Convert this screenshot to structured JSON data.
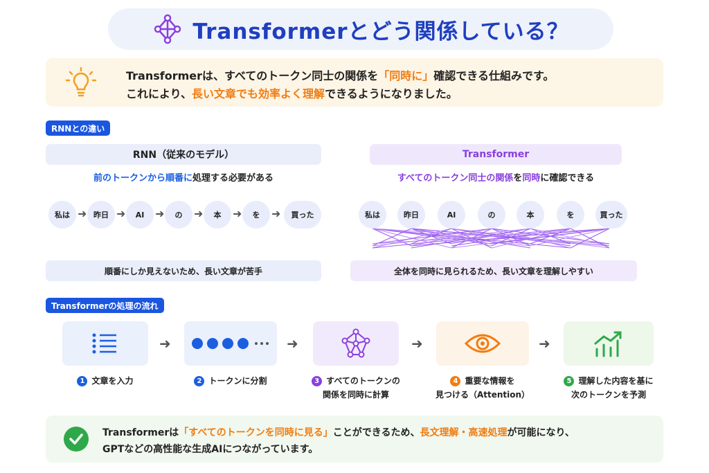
{
  "title": "Transformerとどう関係している？",
  "intro": {
    "line1_a": "Transformerは、すべてのトークン同士の関係を",
    "line1_hl": "「同時に」",
    "line1_b": "確認できる仕組みです。",
    "line2_a": "これにより、",
    "line2_hl": "長い文章でも効率よく理解",
    "line2_b": "できるようになりました。"
  },
  "section1_badge": "RNNとの違い",
  "rnn": {
    "header": "RNN（従来のモデル）",
    "sub_hl1": "前のトークンから",
    "sub_hl2": "順番に",
    "sub_rest": "処理する必要がある",
    "tokens": [
      "私は",
      "昨日",
      "AI",
      "の",
      "本",
      "を",
      "買った"
    ],
    "footer": "順番にしか見えないため、長い文章が苦手"
  },
  "transformer": {
    "header": "Transformer",
    "sub_hl1": "すべてのトークン同士の関係",
    "sub_mid": "を",
    "sub_hl2": "同時",
    "sub_rest": "に確認できる",
    "tokens": [
      "私は",
      "昨日",
      "AI",
      "の",
      "本",
      "を",
      "買った"
    ],
    "footer": "全体を同時に見られるため、長い文章を理解しやすい"
  },
  "section2_badge": "Transformerの処理の流れ",
  "steps": [
    {
      "num": "1",
      "label1": "文章を入力",
      "label2": "",
      "icon": "list-icon",
      "color": "#1b5fe0",
      "bg": "#eaf0fc"
    },
    {
      "num": "2",
      "label1": "トークンに分割",
      "label2": "",
      "icon": "dots-icon",
      "color": "#1b5fe0",
      "bg": "#eaf0fc"
    },
    {
      "num": "3",
      "label1": "すべてのトークンの",
      "label2": "関係を同時に計算",
      "icon": "network-icon",
      "color": "#8a3fe0",
      "bg": "#f1eafc"
    },
    {
      "num": "4",
      "label1": "重要な情報を",
      "label2": "見つける（Attention）",
      "icon": "eye-icon",
      "color": "#f07d12",
      "bg": "#fdf3e6"
    },
    {
      "num": "5",
      "label1": "理解した内容を基に",
      "label2": "次のトークンを予測",
      "icon": "growth-chart-icon",
      "color": "#2fa84a",
      "bg": "#edf7ea"
    }
  ],
  "summary": {
    "line1_a": "Transformerは",
    "line1_hl1": "「すべてのトークンを同時に見る」",
    "line1_b": "ことができるため、",
    "line1_hl2": "長文理解・高速処理",
    "line1_c": "が可能になり、",
    "line2": "GPTなどの高性能な生成AIにつながっています。"
  },
  "colors": {
    "blue": "#1b5fe0",
    "purple": "#8a3fe0",
    "orange": "#f07d12",
    "green": "#2fa84a"
  }
}
